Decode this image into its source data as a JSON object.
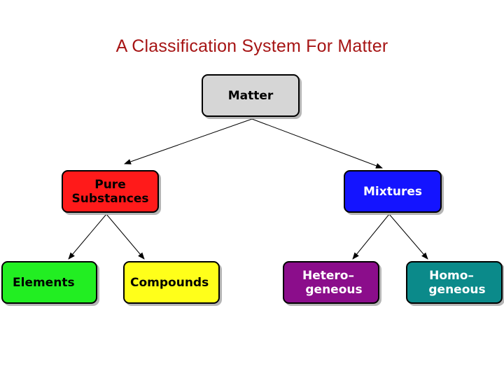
{
  "title": "A Classification System For Matter",
  "nodes": {
    "matter": {
      "lines": [
        "Matter"
      ]
    },
    "pure_substances": {
      "lines": [
        "Pure",
        "Substances"
      ]
    },
    "mixtures": {
      "lines": [
        "Mixtures"
      ]
    },
    "elements": {
      "lines": [
        "Elements"
      ]
    },
    "compounds": {
      "lines": [
        "Compounds"
      ]
    },
    "heterogeneous": {
      "lines": [
        "Hetero–",
        "geneous"
      ]
    },
    "homogeneous": {
      "lines": [
        "Homo–",
        "geneous"
      ]
    }
  },
  "colors": {
    "title": "#a61414",
    "matter": "#d6d6d6",
    "pure_substances": "#ff1a1a",
    "mixtures": "#1414ff",
    "elements": "#22ee22",
    "compounds": "#ffff1a",
    "heterogeneous": "#8b0d8b",
    "homogeneous": "#0b8a8a"
  }
}
